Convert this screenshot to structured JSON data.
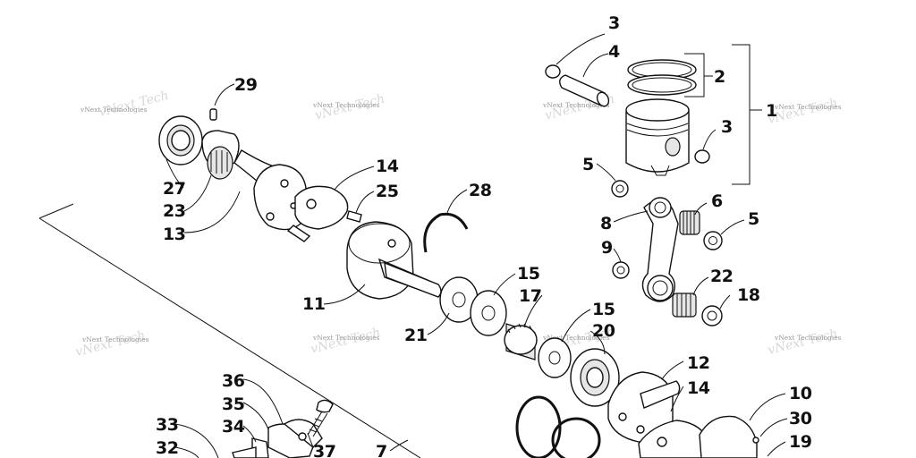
{
  "diagram": {
    "watermark_text": "vNext Technologies",
    "callouts": [
      "3",
      "4",
      "2",
      "1",
      "3",
      "5",
      "6",
      "5",
      "8",
      "9",
      "22",
      "18",
      "29",
      "27",
      "23",
      "13",
      "14",
      "25",
      "28",
      "11",
      "21",
      "15",
      "17",
      "15",
      "20",
      "12",
      "14",
      "10",
      "30",
      "19",
      "36",
      "35",
      "34",
      "33",
      "32",
      "37",
      "7"
    ]
  }
}
